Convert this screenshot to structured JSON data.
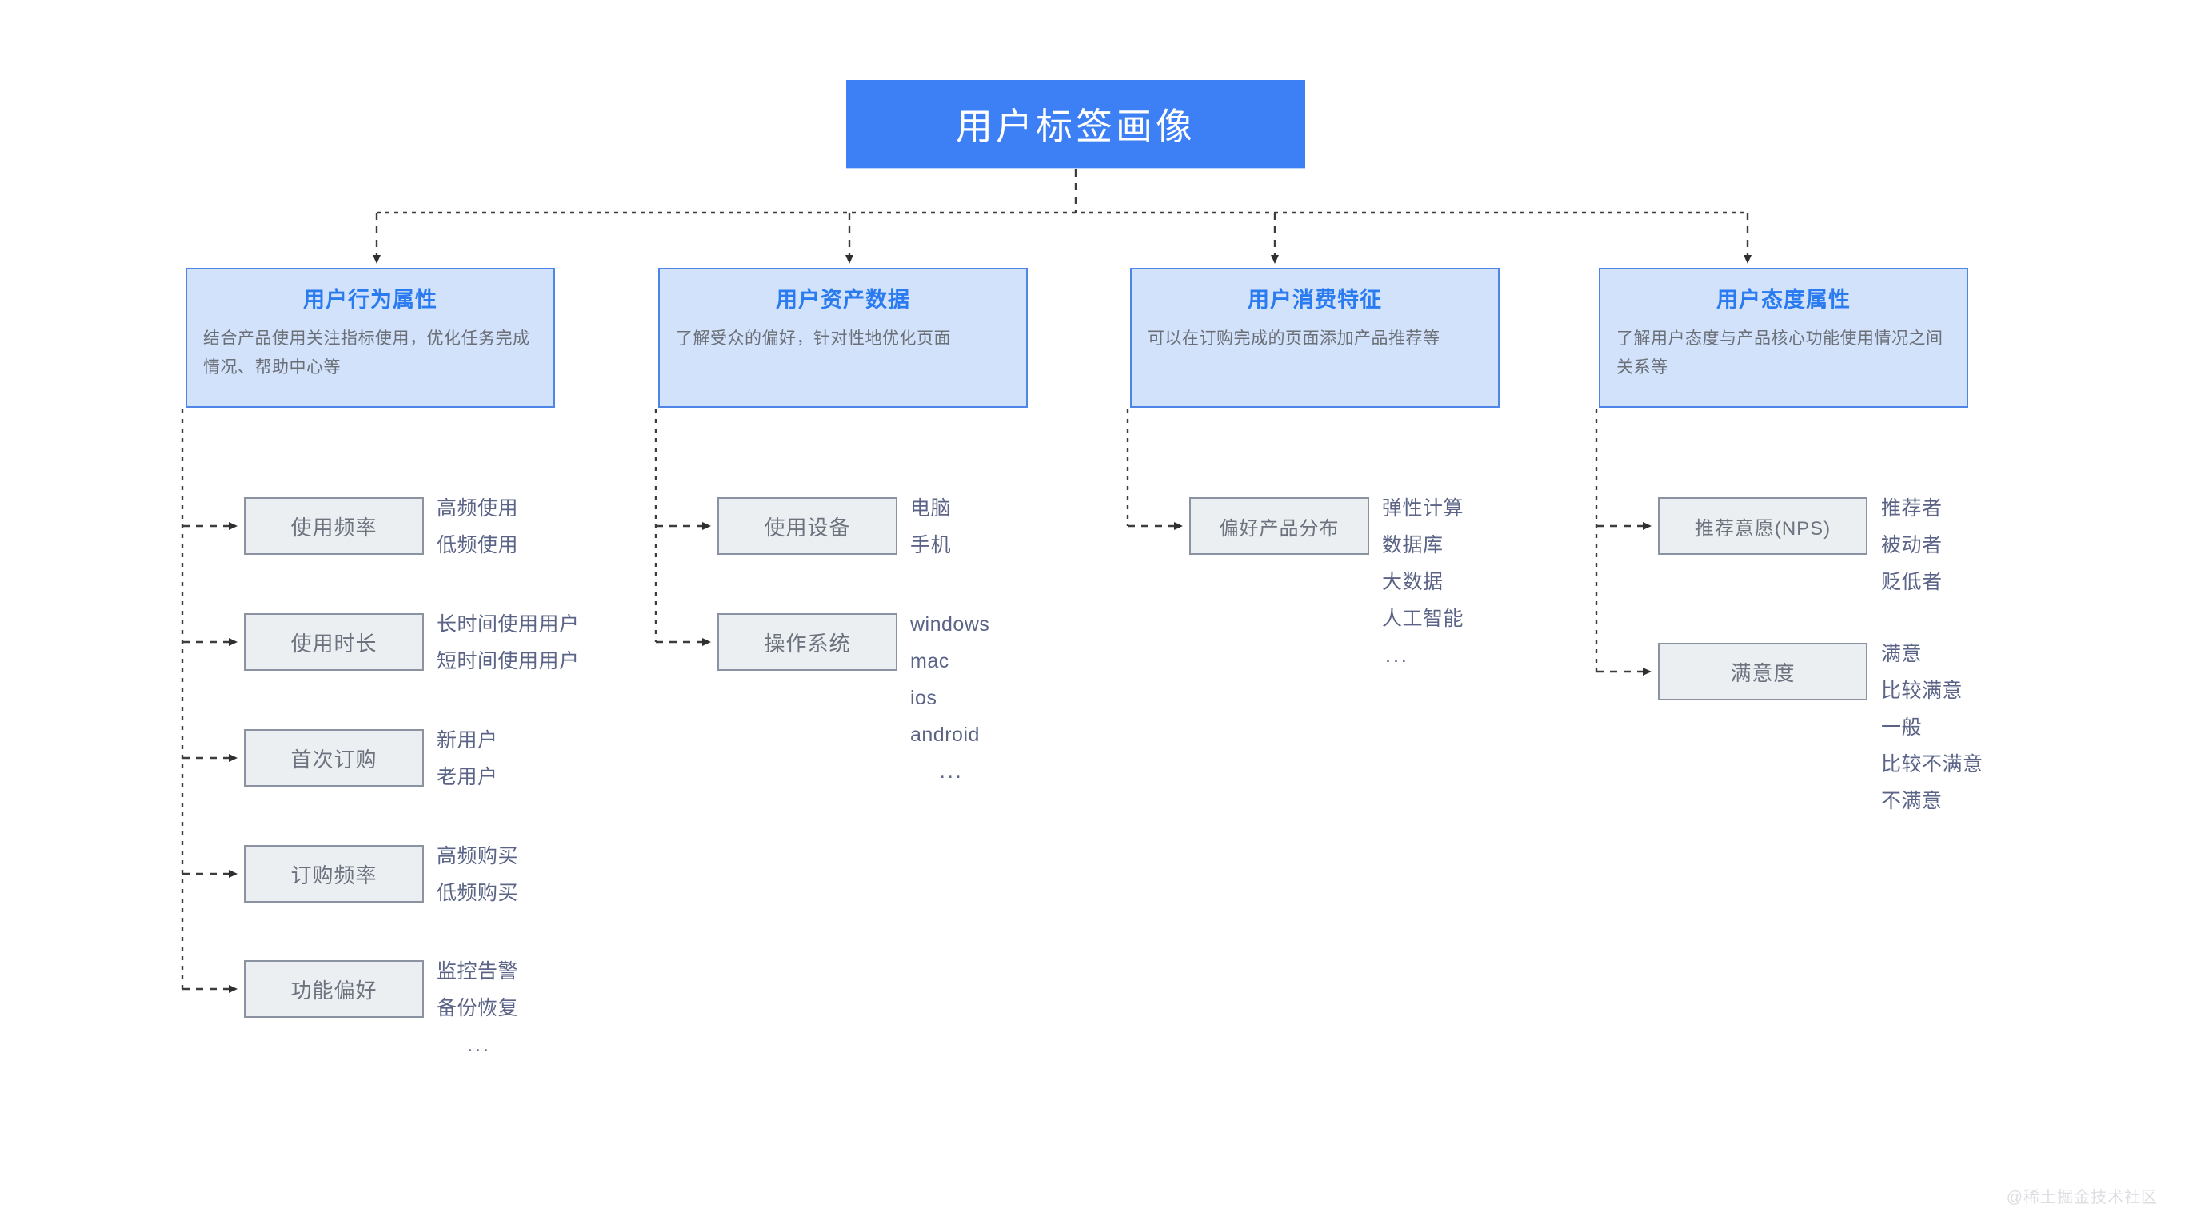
{
  "root": {
    "title": "用户标签画像"
  },
  "categories": [
    {
      "title": "用户行为属性",
      "desc": "结合产品使用关注指标使用，优化任务完成情况、帮助中心等",
      "items": [
        {
          "label": "使用频率",
          "values": [
            "高频使用",
            "低频使用"
          ]
        },
        {
          "label": "使用时长",
          "values": [
            "长时间使用用户",
            "短时间使用用户"
          ]
        },
        {
          "label": "首次订购",
          "values": [
            "新用户",
            "老用户"
          ]
        },
        {
          "label": "订购频率",
          "values": [
            "高频购买",
            "低频购买"
          ]
        },
        {
          "label": "功能偏好",
          "values": [
            "监控告警",
            "备份恢复"
          ],
          "ellipsis": "..."
        }
      ]
    },
    {
      "title": "用户资产数据",
      "desc": "了解受众的偏好，针对性地优化页面",
      "items": [
        {
          "label": "使用设备",
          "values": [
            "电脑",
            "手机"
          ]
        },
        {
          "label": "操作系统",
          "values": [
            "windows",
            "mac",
            "ios",
            "android"
          ],
          "ellipsis": "..."
        }
      ]
    },
    {
      "title": "用户消费特征",
      "desc": "可以在订购完成的页面添加产品推荐等",
      "items": [
        {
          "label": "偏好产品分布",
          "values": [
            "弹性计算",
            "数据库",
            "大数据",
            "人工智能"
          ],
          "ellipsis": "..."
        }
      ]
    },
    {
      "title": "用户态度属性",
      "desc": "了解用户态度与产品核心功能使用情况之间关系等",
      "items": [
        {
          "label": "推荐意愿(NPS)",
          "values": [
            "推荐者",
            "被动者",
            "贬低者"
          ]
        },
        {
          "label": "满意度",
          "values": [
            "满意",
            "比较满意",
            "一般",
            "比较不满意",
            "不满意"
          ]
        }
      ]
    }
  ],
  "watermark": "@稀土掘金技术社区",
  "colors": {
    "root_fill": "#3d80f5",
    "category_fill": "#d3e2fb",
    "category_border": "#4e86e8",
    "category_title": "#2a7bf0",
    "leaf_fill": "#eceff2",
    "leaf_border": "#8b93a3",
    "value_text": "#5b6486",
    "connector": "#3c3c3c"
  }
}
